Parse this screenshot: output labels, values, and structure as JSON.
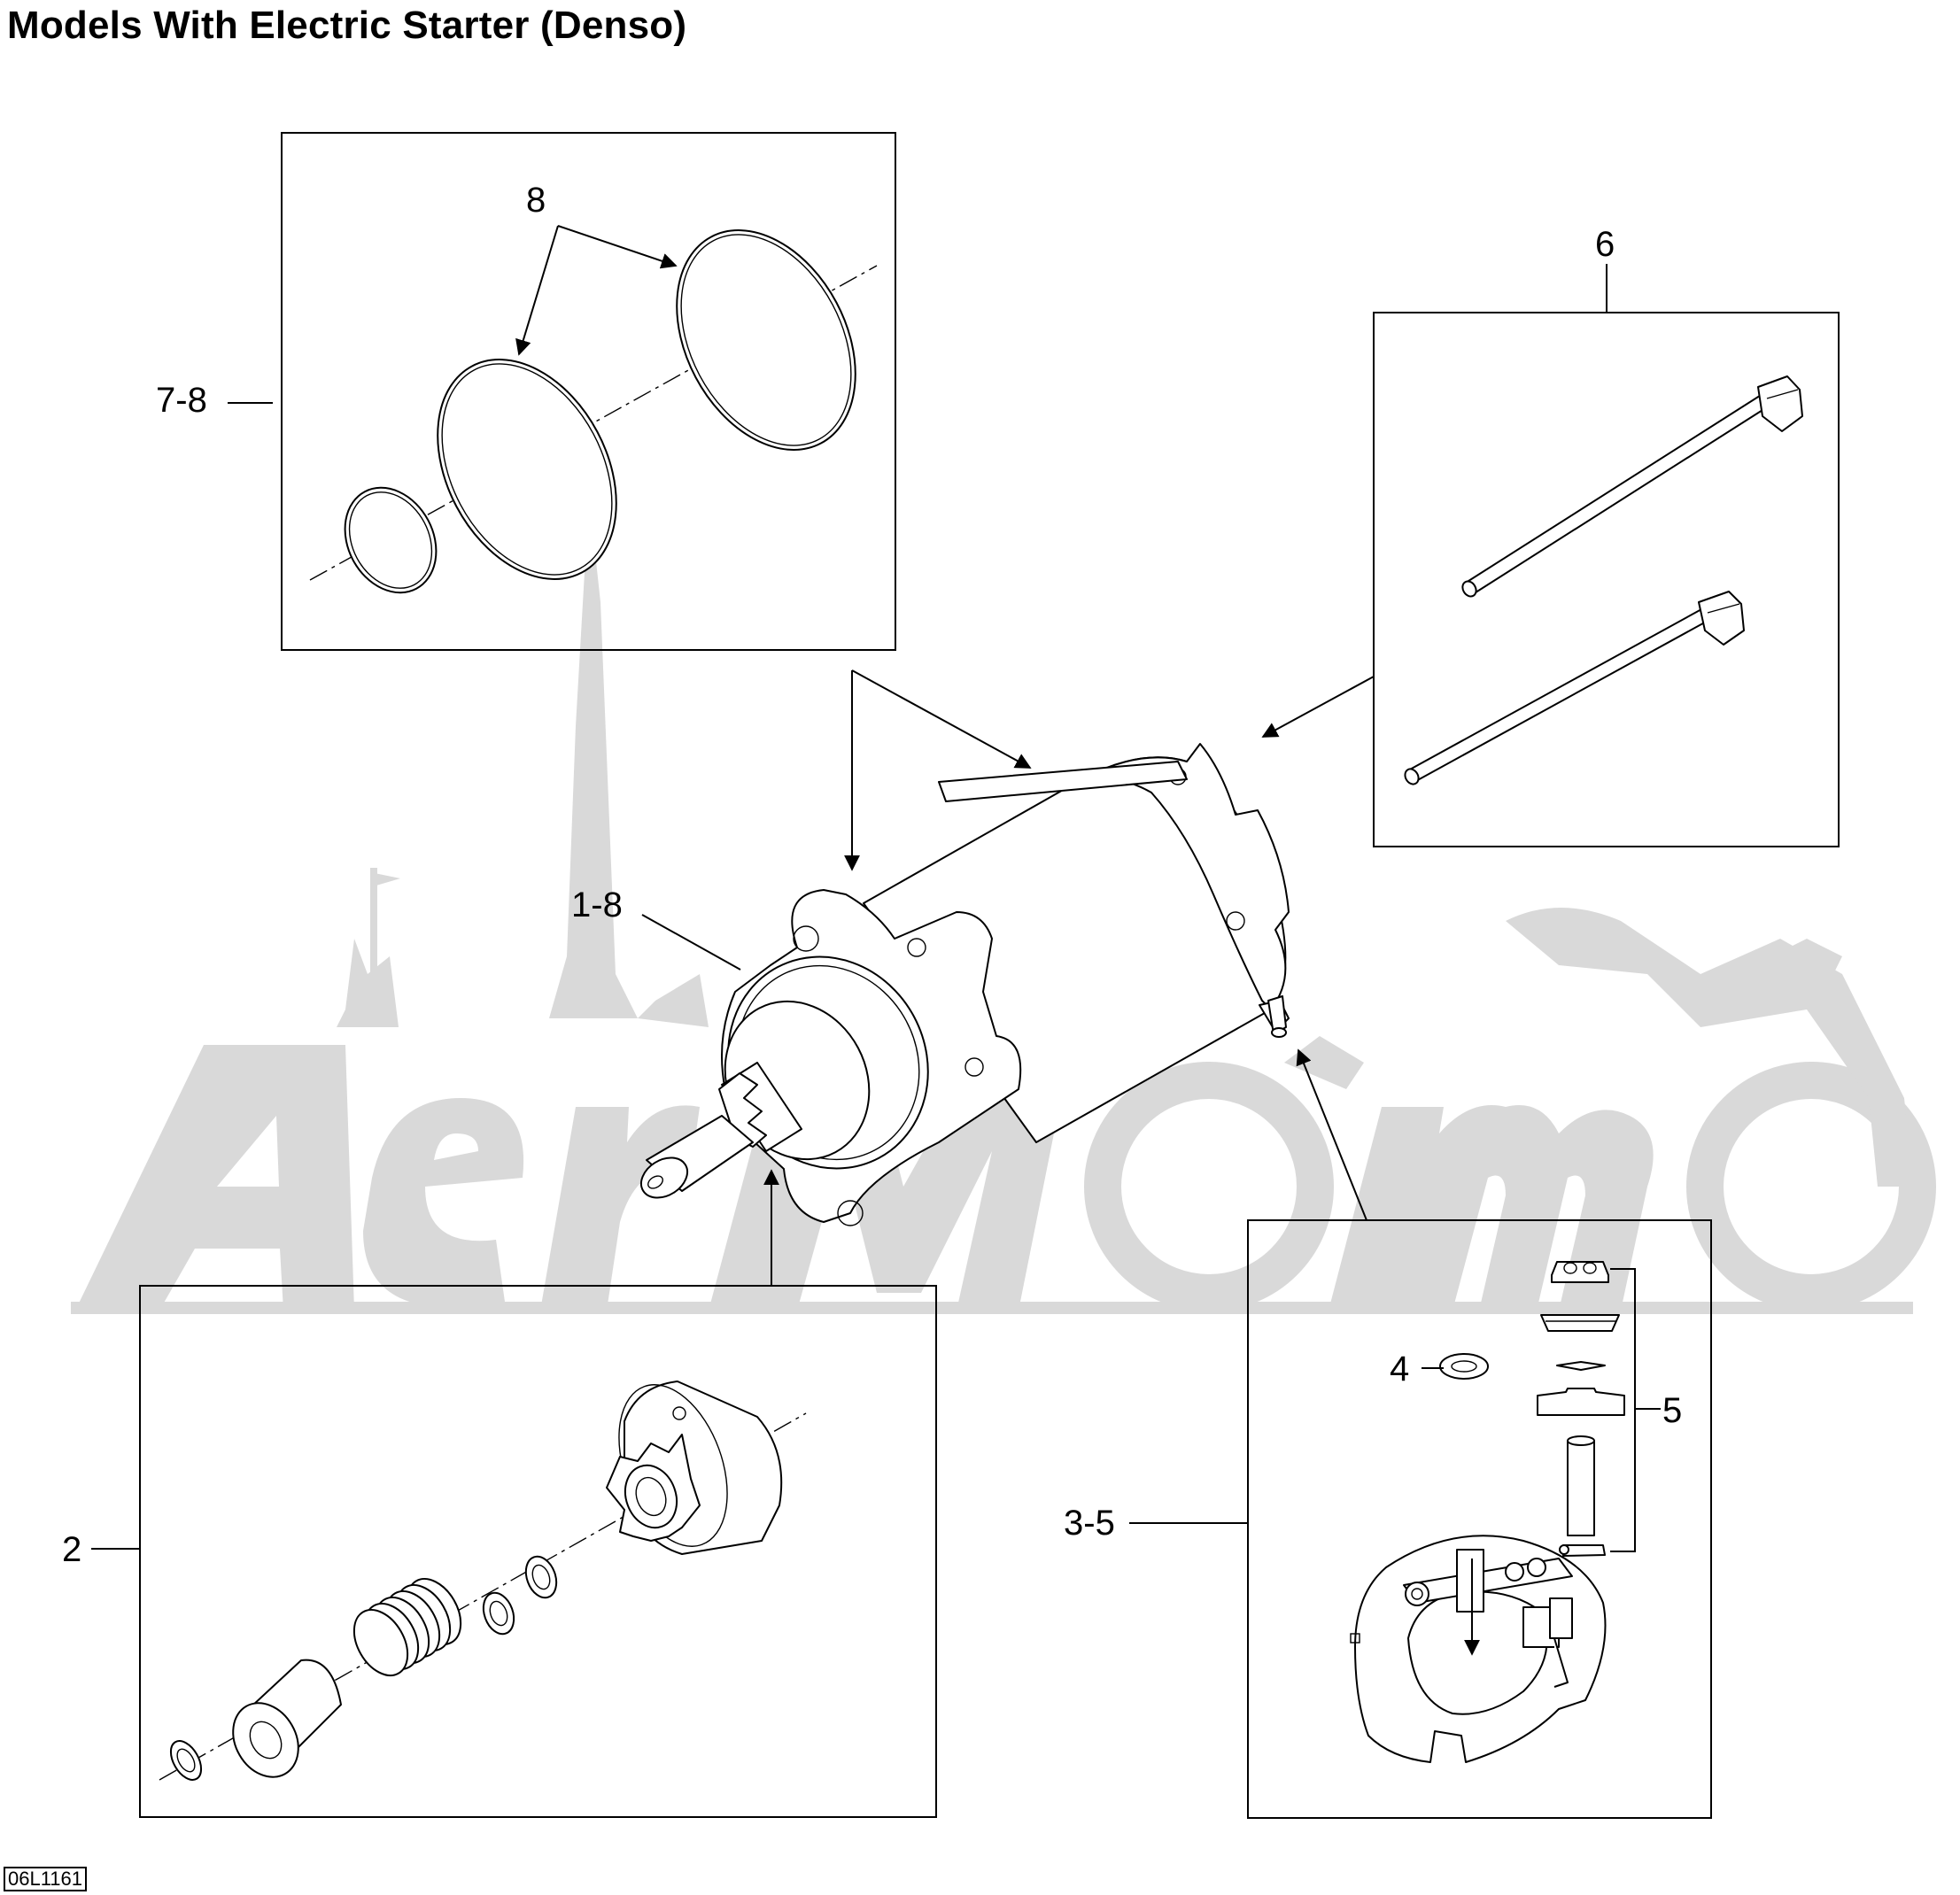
{
  "title": "Models With Electric Starter (Denso)",
  "drawing_id": "06L1161",
  "callouts": {
    "c8": "8",
    "c6": "6",
    "c78": "7-8",
    "c18": "1-8",
    "c2": "2",
    "c35": "3-5",
    "c4": "4",
    "c5": "5"
  },
  "watermark": {
    "text": "AeriMoto",
    "color": "#d9d9d9"
  },
  "icons": {
    "o-ring": "o-ring-icon",
    "through-bolt": "bolt-icon",
    "starter-motor": "starter-motor-icon",
    "drive-assembly": "starter-drive-icon",
    "brush-holder": "brush-holder-icon"
  }
}
